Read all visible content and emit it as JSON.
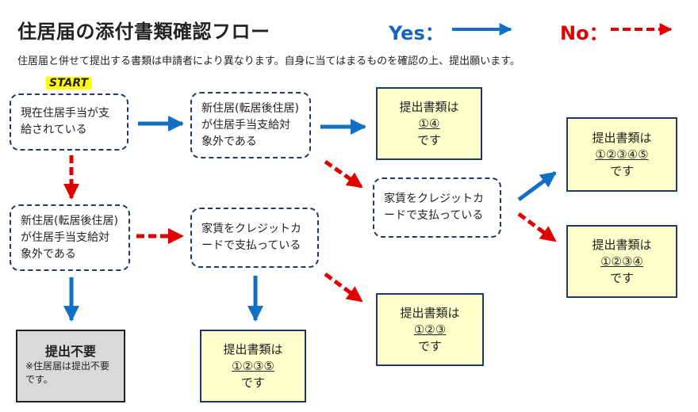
{
  "header": {
    "title": "住居届の添付書類確認フロー",
    "subtitle": "住居届と併せて提出する書類は申請者により異なります。自身に当てはまるものを確認の上、提出願います。"
  },
  "legend": {
    "yes_label": "Yes：",
    "no_label": "No：",
    "yes_color": "#0070c0",
    "no_color": "#e00000"
  },
  "start_label": "START",
  "questions": {
    "q1": "現在住居手当が支給されている",
    "q2_top": "新住居(転居後住居)が住居手当支給対象外である",
    "q2_left": "新住居(転居後住居)が住居手当支給対象外である",
    "q3_right": "家賃をクレジットカードで支払っている",
    "q3_mid": "家賃をクレジットカードで支払っている"
  },
  "results": {
    "r14": {
      "head": "提出書類は",
      "nums": "①④",
      "tail": "です"
    },
    "r12345": {
      "head": "提出書類は",
      "nums": "①②③④⑤",
      "tail": "です"
    },
    "r1234": {
      "head": "提出書類は",
      "nums": "①②③④",
      "tail": "です"
    },
    "r123": {
      "head": "提出書類は",
      "nums": "①②③",
      "tail": "です"
    },
    "r1235": {
      "head": "提出書類は",
      "nums": "①②③⑤",
      "tail": "です"
    }
  },
  "not_required": {
    "title": "提出不要",
    "note": "※住居届は提出不要です。"
  }
}
